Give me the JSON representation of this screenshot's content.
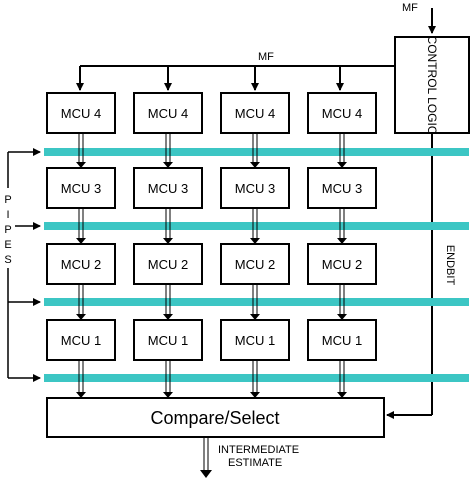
{
  "control": {
    "label": "CONTROL LOGIC"
  },
  "signals": {
    "mf_top": "MF",
    "mf_bus": "MF",
    "endbit": "ENDBIT"
  },
  "pipes_label": [
    "P",
    "I",
    "P",
    "E",
    "S"
  ],
  "mcu_rows": [
    [
      "MCU 4",
      "MCU 4",
      "MCU 4",
      "MCU 4"
    ],
    [
      "MCU 3",
      "MCU 3",
      "MCU 3",
      "MCU 3"
    ],
    [
      "MCU 2",
      "MCU 2",
      "MCU 2",
      "MCU 2"
    ],
    [
      "MCU 1",
      "MCU 1",
      "MCU 1",
      "MCU 1"
    ]
  ],
  "compare": {
    "label": "Compare/Select"
  },
  "output": {
    "line1": "INTERMEDIATE",
    "line2": "ESTIMATE"
  },
  "colors": {
    "pipe": "#3cc6c4",
    "line": "#000000",
    "box_fill": "#ffffff"
  }
}
